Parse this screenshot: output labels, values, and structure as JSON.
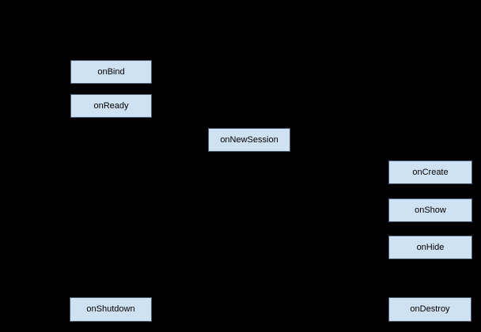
{
  "style": {
    "background_color": "#000000",
    "node_fill_color": "#cfe2f3",
    "node_border_color": "#4a5b6e",
    "node_text_color": "#000000"
  },
  "nodes": [
    {
      "label": "onBind"
    },
    {
      "label": "onReady"
    },
    {
      "label": "onNewSession"
    },
    {
      "label": "onCreate"
    },
    {
      "label": "onShow"
    },
    {
      "label": "onHide"
    },
    {
      "label": "onShutdown"
    },
    {
      "label": "onDestroy"
    }
  ]
}
